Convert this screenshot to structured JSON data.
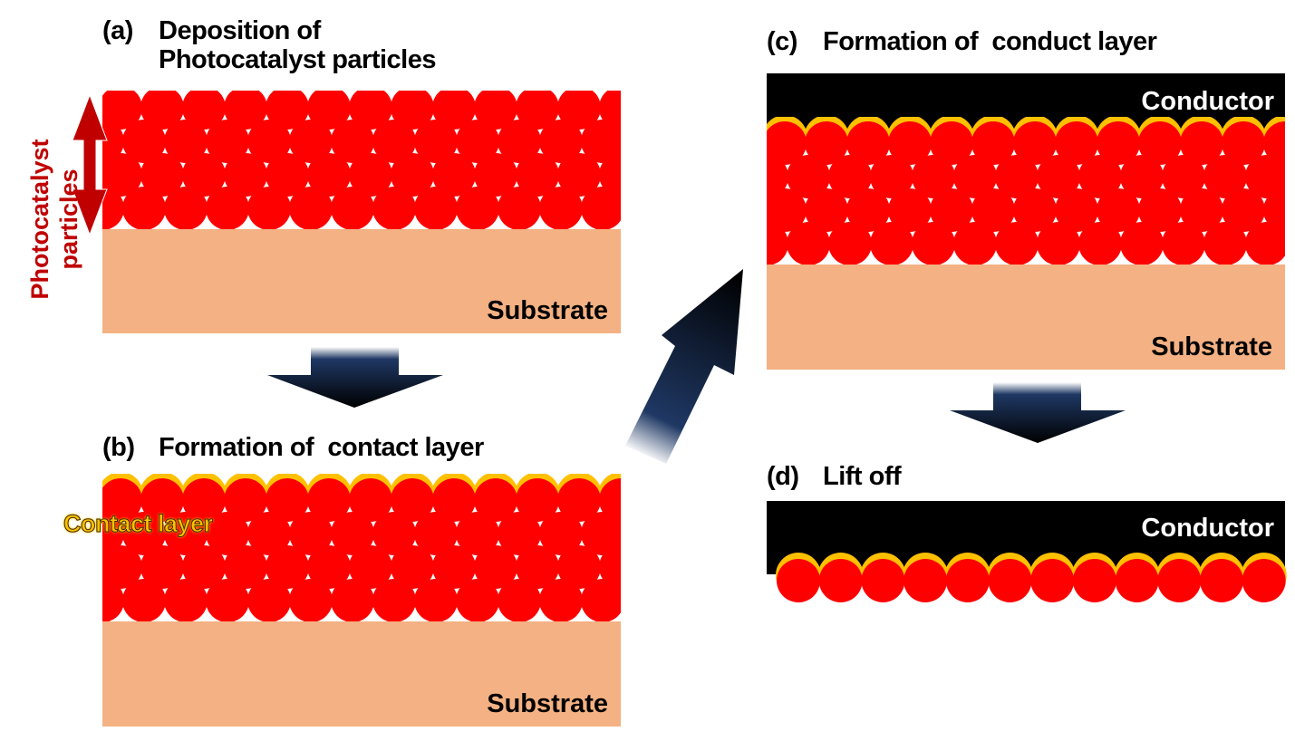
{
  "panels": {
    "a": {
      "label": "(a)",
      "title_line1": "Deposition of",
      "title_line2": "Photocatalyst particles",
      "substrate": "Substrate",
      "particle_rows": 4
    },
    "b": {
      "label": "(b)",
      "title": "Formation of  contact layer",
      "substrate": "Substrate",
      "contact_layer": "Contact layer",
      "particle_rows": 4
    },
    "c": {
      "label": "(c)",
      "title": "Formation of  conduct layer",
      "conductor": "Conductor",
      "substrate": "Substrate",
      "particle_rows": 4
    },
    "d": {
      "label": "(d)",
      "title": "Lift off",
      "conductor": "Conductor",
      "particle_rows": 1
    }
  },
  "side_label": {
    "line1": "Photocatalyst",
    "line2": "particles"
  },
  "colors": {
    "particle": "#ff0000",
    "contact_layer": "#ffc000",
    "substrate": "#f4b183",
    "conductor": "#000000",
    "thickness_arrow": "#c00000",
    "process_arrow_dark": "#1f3864"
  }
}
